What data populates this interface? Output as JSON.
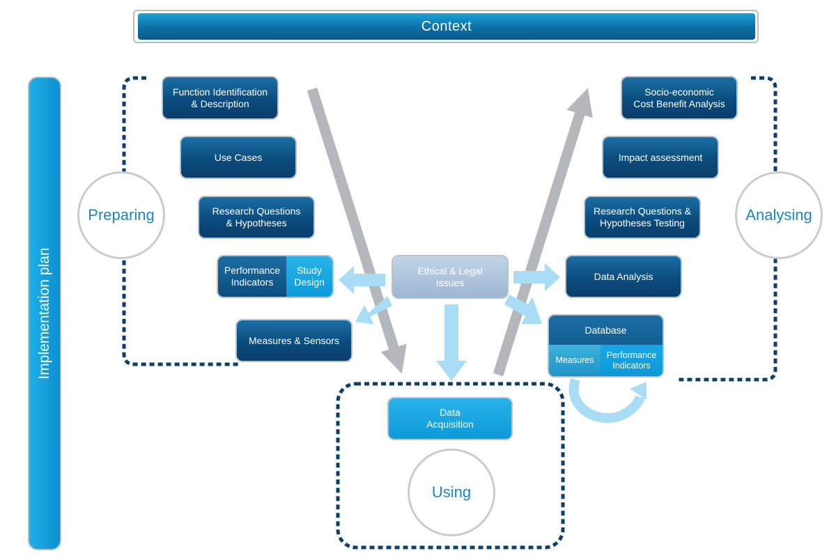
{
  "context_label": "Context",
  "implementation_label": "Implementation plan",
  "phases": {
    "preparing": "Preparing",
    "analysing": "Analysing",
    "using": "Using"
  },
  "preparing_steps": {
    "function_identification": "Function Identification\n& Description",
    "use_cases": "Use Cases",
    "research_questions": "Research Questions\n& Hypotheses",
    "performance_indicators": "Performance\nIndicators",
    "study_design": "Study\nDesign",
    "measures_sensors": "Measures & Sensors"
  },
  "analysing_steps": {
    "socio_economic": "Socio-economic\nCost Benefit Analysis",
    "impact_assessment": "Impact assessment",
    "hypotheses_testing": "Research Questions &\nHypotheses Testing",
    "data_analysis": "Data Analysis",
    "database_title": "Database",
    "database_measures": "Measures",
    "database_performance_indicators": "Performance\nIndicators"
  },
  "center": {
    "ethical_legal": "Ethical & Legal\nIssues",
    "data_acquisition": "Data\nAcquisition"
  },
  "colors": {
    "dark_blue": "#0b4c7e",
    "light_blue": "#0d9ad8",
    "dotted_border": "#0d3f6e",
    "grey_arrow": "#b4b8bd",
    "light_arrow": "#a9dcf5",
    "phase_text": "#1a86c2"
  }
}
